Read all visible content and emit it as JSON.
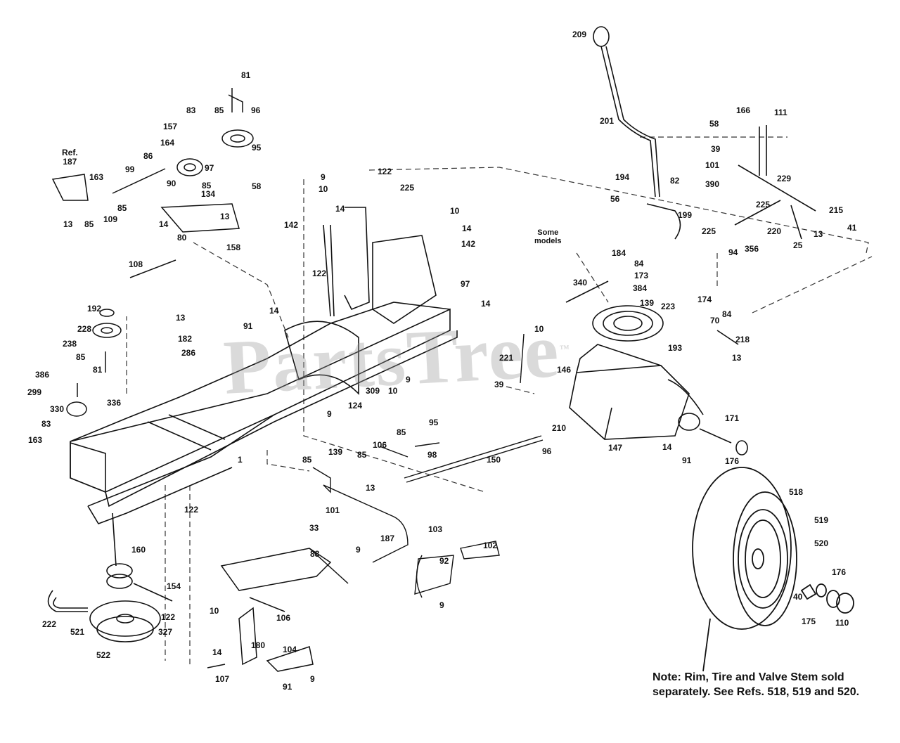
{
  "watermark": {
    "text": "PartsTree",
    "trademark": "™"
  },
  "ref_label": {
    "line1": "Ref.",
    "line2": "187"
  },
  "some_models_label": {
    "line1": "Some",
    "line2": "models"
  },
  "note": "Note:  Rim, Tire and Valve Stem sold separately. See Refs. 518, 519 and 520.",
  "callouts": [
    "81",
    "83",
    "85",
    "96",
    "157",
    "164",
    "95",
    "97",
    "90",
    "85",
    "134",
    "13",
    "14",
    "80",
    "158",
    "86",
    "99",
    "163",
    "85",
    "109",
    "13",
    "85",
    "58",
    "108",
    "9",
    "10",
    "14",
    "142",
    "122",
    "225",
    "10",
    "14",
    "142",
    "122",
    "97",
    "14",
    "91",
    "14",
    "13",
    "182",
    "286",
    "192",
    "228",
    "238",
    "85",
    "81",
    "386",
    "299",
    "330",
    "83",
    "163",
    "336",
    "1",
    "9",
    "124",
    "309",
    "10",
    "9",
    "209",
    "201",
    "166",
    "111",
    "58",
    "39",
    "101",
    "390",
    "194",
    "82",
    "56",
    "199",
    "229",
    "225",
    "215",
    "220",
    "25",
    "13",
    "41",
    "225",
    "94",
    "356",
    "184",
    "84",
    "173",
    "384",
    "139",
    "340",
    "223",
    "193",
    "174",
    "84",
    "70",
    "218",
    "13",
    "221",
    "10",
    "146",
    "39",
    "210",
    "171",
    "96",
    "150",
    "147",
    "14",
    "91",
    "176",
    "85",
    "106",
    "95",
    "98",
    "85",
    "139",
    "85",
    "13",
    "101",
    "33",
    "122",
    "187",
    "103",
    "102",
    "9",
    "92",
    "9",
    "160",
    "154",
    "222",
    "521",
    "327",
    "122",
    "522",
    "88",
    "10",
    "14",
    "106",
    "180",
    "104",
    "107",
    "91",
    "9",
    "518",
    "519",
    "520",
    "176",
    "40",
    "175",
    "110"
  ]
}
